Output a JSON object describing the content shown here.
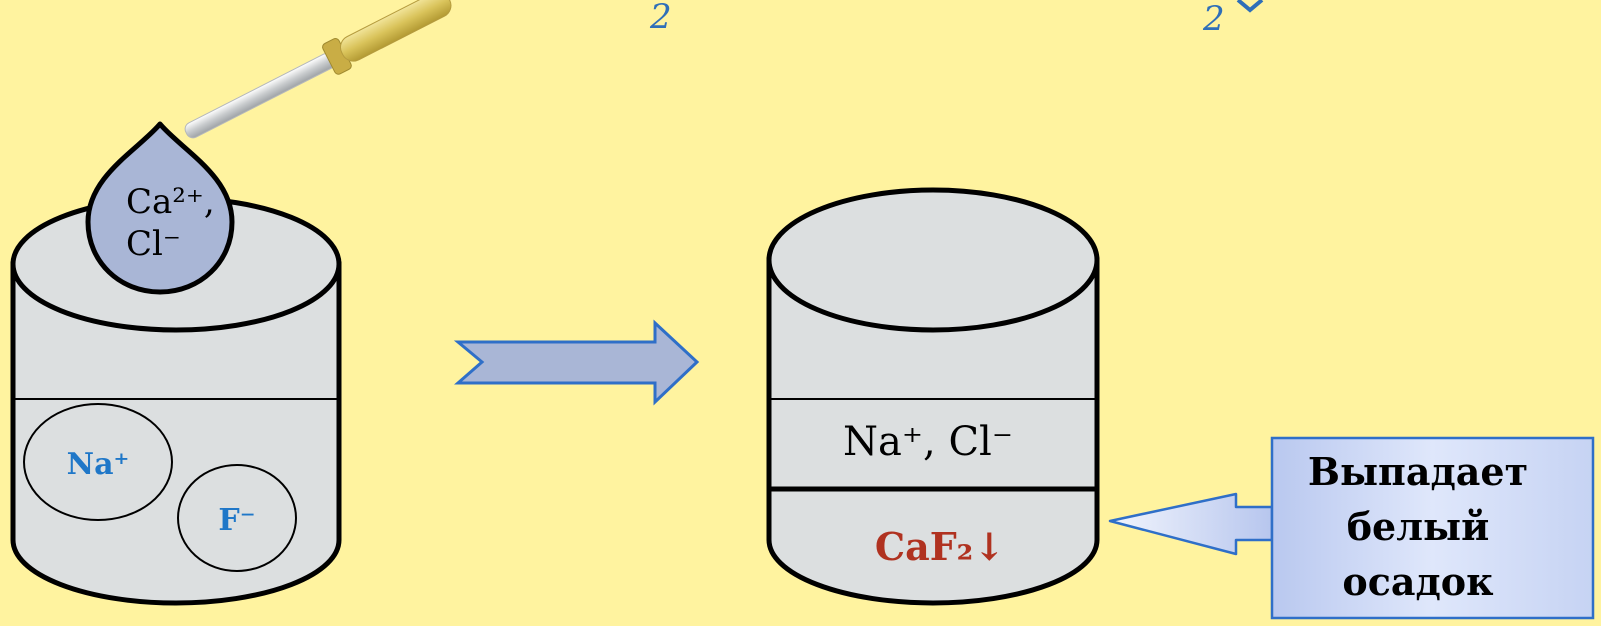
{
  "header": {
    "subscript_left": "2",
    "subscript_right": "2"
  },
  "left_beaker": {
    "drop_line1": "Ca²⁺,",
    "drop_line2": "Cl⁻",
    "ion_na": "Na⁺",
    "ion_f": "F⁻"
  },
  "right_beaker": {
    "solution_ions": "Na⁺, Cl⁻",
    "precipitate": "CaF₂↓"
  },
  "callout": {
    "line1": "Выпадает",
    "line2": "белый",
    "line3": "осадок"
  },
  "colors": {
    "background": "#fff39f",
    "beaker": "#dcdfe0",
    "drop": "#a9b6d6",
    "arrow": "#a9b6d6",
    "blue_text": "#1f77c8",
    "red_text": "#b03220"
  }
}
